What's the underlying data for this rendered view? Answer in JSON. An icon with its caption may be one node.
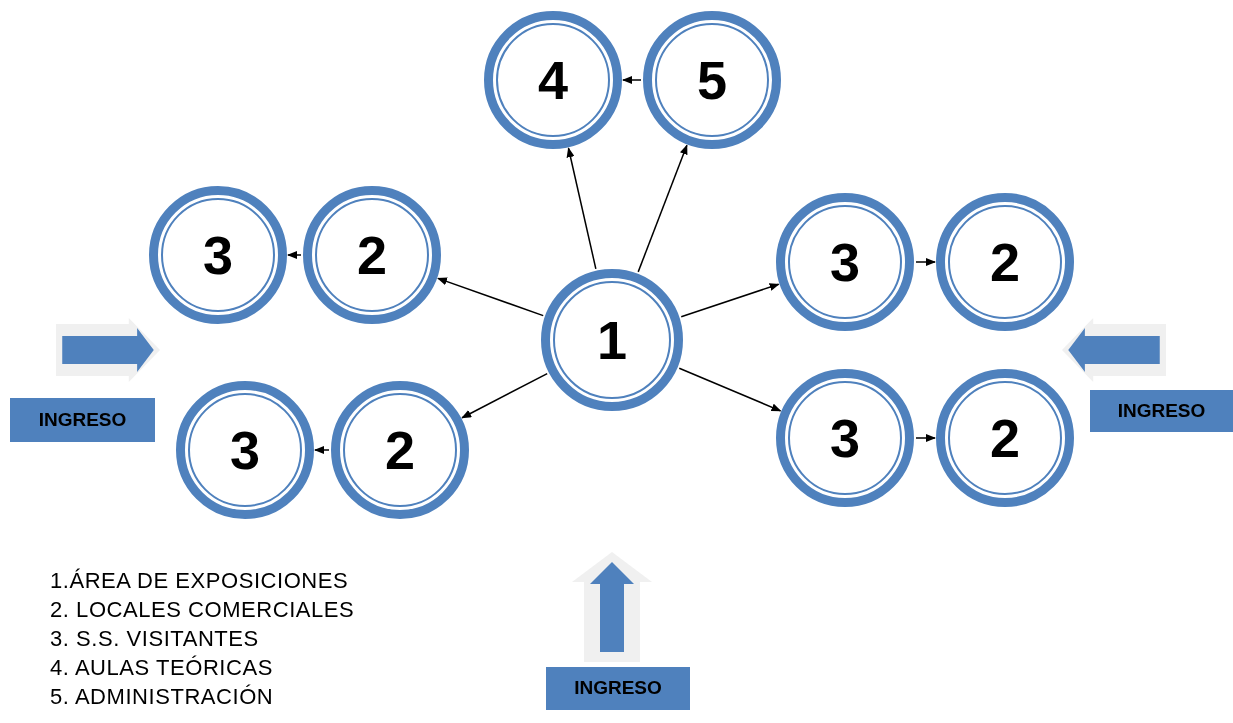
{
  "diagram": {
    "nodes": [
      {
        "text": [
          "1"
        ]
      },
      {
        "text": [
          "4"
        ]
      },
      {
        "text": [
          "5"
        ]
      },
      {
        "text": [
          "3"
        ]
      },
      {
        "text": [
          "2"
        ]
      },
      {
        "text": [
          "3"
        ]
      },
      {
        "text": [
          "2"
        ]
      },
      {
        "text": [
          "3"
        ]
      },
      {
        "text": [
          "2"
        ]
      },
      {
        "text": [
          "3"
        ]
      },
      {
        "text": [
          "2"
        ]
      },
      {
        "text": [
          "INGRESO"
        ]
      },
      {
        "text": [
          "INGRESO"
        ]
      },
      {
        "text": [
          "INGRESO"
        ]
      }
    ],
    "edges": [
      {
        "from": 0,
        "to": 1,
        "arrow": "to"
      },
      {
        "from": 0,
        "to": 2,
        "arrow": "to"
      },
      {
        "from": 2,
        "to": 1,
        "arrow": "to"
      },
      {
        "from": 0,
        "to": 4,
        "arrow": "to"
      },
      {
        "from": 4,
        "to": 3,
        "arrow": "to"
      },
      {
        "from": 0,
        "to": 5,
        "arrow": "to"
      },
      {
        "from": 5,
        "to": 6,
        "arrow": "to"
      },
      {
        "from": 0,
        "to": 8,
        "arrow": "to"
      },
      {
        "from": 8,
        "to": 7,
        "arrow": "to"
      },
      {
        "from": 0,
        "to": 9,
        "arrow": "to"
      },
      {
        "from": 9,
        "to": 10,
        "arrow": "to"
      }
    ],
    "labels": [
      "1.ÁREA DE EXPOSICIONES",
      "2. LOCALES COMERCIALES",
      "3. S.S. VISITANTES",
      "4. AULAS TEÓRICAS",
      "5. ADMINISTRACIÓN"
    ]
  }
}
